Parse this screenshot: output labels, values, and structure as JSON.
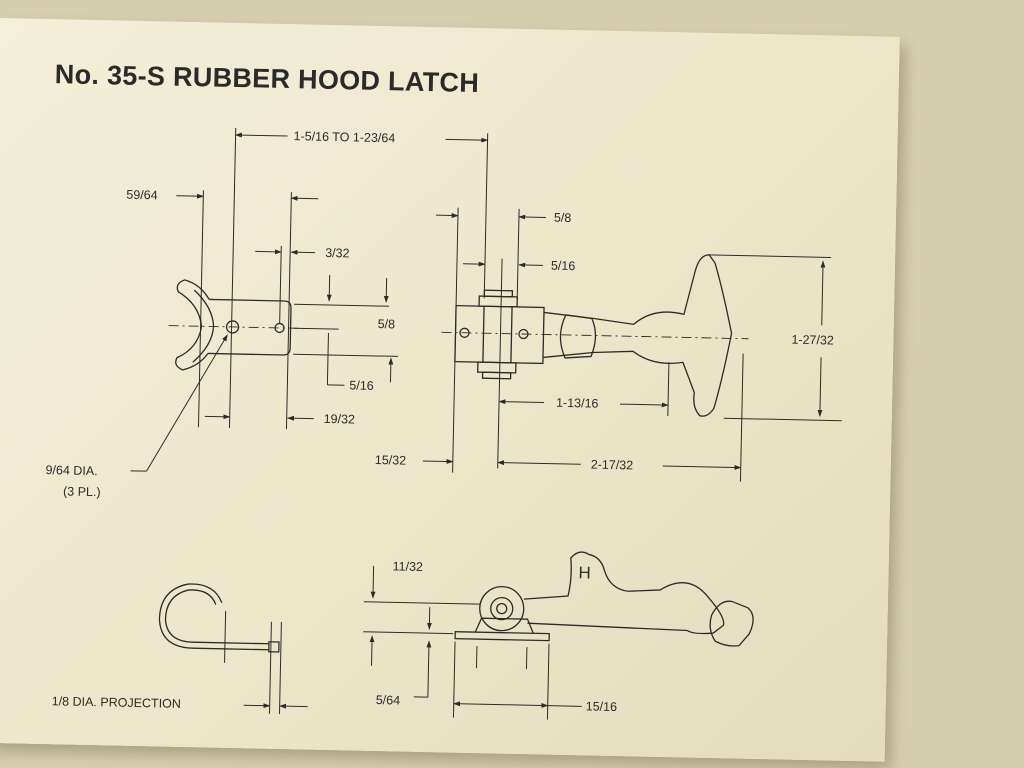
{
  "title": "No. 35-S RUBBER HOOD LATCH",
  "dimensions": {
    "overall_length": "1-5/16 TO 1-23/64",
    "d_59_64": "59/64",
    "d_3_32": "3/32",
    "d_5_8_left": "5/8",
    "d_5_16_left": "5/16",
    "d_19_32": "19/32",
    "hole_dia_1": "9/64 DIA.",
    "hole_dia_2": "(3 PL.)",
    "d_5_8_top": "5/8",
    "d_5_16_top": "5/16",
    "d_1_27_32": "1-27/32",
    "d_1_13_16": "1-13/16",
    "d_15_32": "15/32",
    "d_2_17_32": "2-17/32",
    "d_11_32": "11/32",
    "d_5_64": "5/64",
    "d_15_16": "15/16",
    "projection": "1/8 DIA. PROJECTION",
    "handle_letter": "H"
  }
}
